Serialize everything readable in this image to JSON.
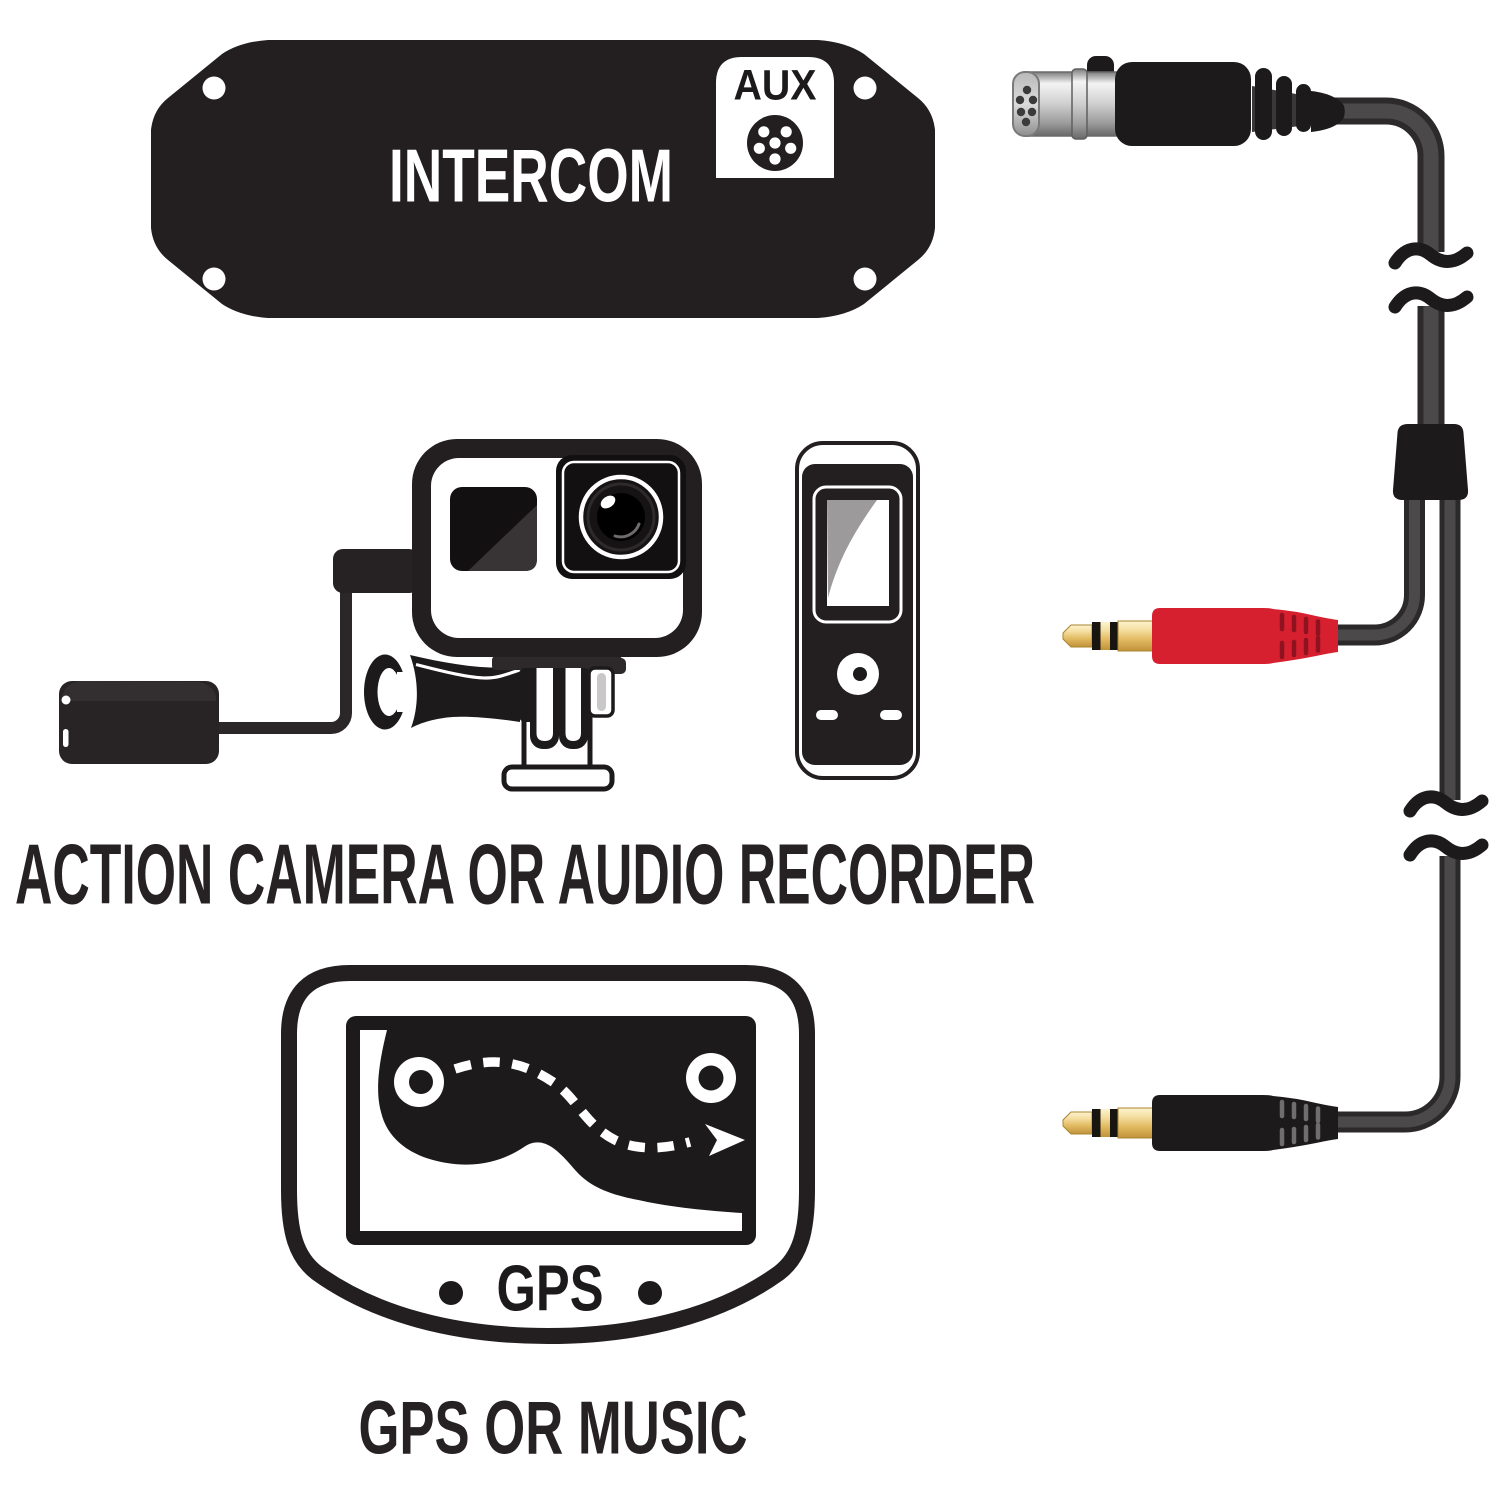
{
  "title": "Intercom AUX port connection diagram",
  "intercom": {
    "label": "INTERCOM",
    "aux_badge": "AUX"
  },
  "captions": {
    "camera_recorder": "ACTION CAMERA OR AUDIO RECORDER",
    "gps_music": "GPS OR MUSIC"
  },
  "gps_device": {
    "label": "GPS"
  },
  "diagram": {
    "nodes": [
      {
        "id": "intercom",
        "label": "INTERCOM",
        "port": "AUX",
        "type": "intercom-panel"
      },
      {
        "id": "aux-cable",
        "type": "y-splitter-cable",
        "ends": [
          "mini-xlr-connector",
          "red-3.5mm-jack",
          "black-3.5mm-jack"
        ]
      },
      {
        "id": "camera-recorder",
        "label": "ACTION CAMERA OR AUDIO RECORDER",
        "type": "device-group",
        "items": [
          "action-camera-with-adapter",
          "audio-recorder"
        ]
      },
      {
        "id": "gps",
        "label": "GPS OR MUSIC",
        "type": "device",
        "items": [
          "gps-navigator"
        ]
      }
    ],
    "connections": [
      {
        "from": "aux-cable.mini-xlr-connector",
        "to": "intercom.AUX"
      },
      {
        "from": "aux-cable.red-3.5mm-jack",
        "to": "camera-recorder"
      },
      {
        "from": "aux-cable.black-3.5mm-jack",
        "to": "gps"
      }
    ]
  },
  "icons": {
    "aux_port_icon": "6-pin mini-din connector face",
    "route_icon": "dashed route with start/end markers and arrow"
  },
  "colors": {
    "background": "#ffffff",
    "ink": "#231f20",
    "cable": "#3e3c3d",
    "red_jack": "#d6202f",
    "gold": "#e6c06a",
    "silver": "#c9c9c9",
    "text": "#262223"
  }
}
